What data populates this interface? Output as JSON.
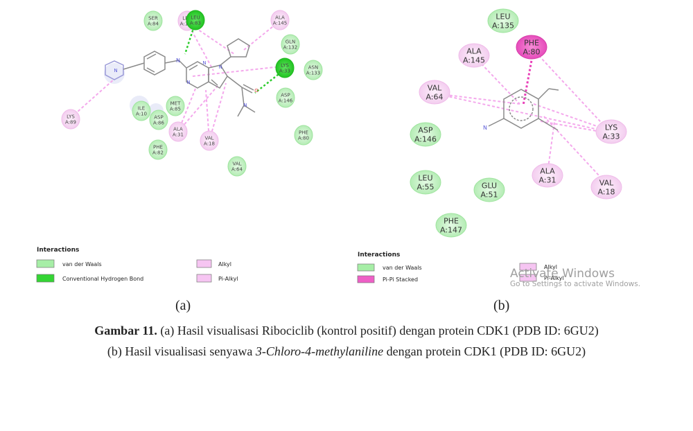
{
  "panel_a": {
    "residues": [
      {
        "name": "SER",
        "id": "A:84",
        "type": "vdw"
      },
      {
        "name": "LEU",
        "id": "A:135",
        "type": "alkyl"
      },
      {
        "name": "LEU",
        "id": "A:83",
        "type": "hbond"
      },
      {
        "name": "ALA",
        "id": "A:145",
        "type": "alkyl"
      },
      {
        "name": "GLN",
        "id": "A:132",
        "type": "vdw"
      },
      {
        "name": "LYS",
        "id": "A:33",
        "type": "hbond"
      },
      {
        "name": "ASN",
        "id": "A:133",
        "type": "vdw"
      },
      {
        "name": "ASP",
        "id": "A:146",
        "type": "vdw"
      },
      {
        "name": "PHE",
        "id": "A:80",
        "type": "vdw"
      },
      {
        "name": "VAL",
        "id": "A:64",
        "type": "vdw"
      },
      {
        "name": "VAL",
        "id": "A:18",
        "type": "alkyl"
      },
      {
        "name": "ALA",
        "id": "A:31",
        "type": "alkyl"
      },
      {
        "name": "MET",
        "id": "A:85",
        "type": "vdw"
      },
      {
        "name": "ASP",
        "id": "A:86",
        "type": "vdw"
      },
      {
        "name": "ILE",
        "id": "A:10",
        "type": "vdw"
      },
      {
        "name": "PHE",
        "id": "A:82",
        "type": "vdw"
      },
      {
        "name": "LYS",
        "id": "A:89",
        "type": "alkyl"
      }
    ],
    "atom_label": "N",
    "legend": {
      "title": "Interactions",
      "items": [
        {
          "label": "van der Waals",
          "color": "#a6eea6"
        },
        {
          "label": "Conventional Hydrogen Bond",
          "color": "#34d534"
        },
        {
          "label": "Alkyl",
          "color": "#f6c5f2"
        },
        {
          "label": "Pi-Alkyl",
          "color": "#f6c5f2"
        }
      ]
    },
    "label": "(a)"
  },
  "panel_b": {
    "residues": [
      {
        "name": "LEU",
        "id": "A:135",
        "type": "vdw"
      },
      {
        "name": "PHE",
        "id": "A:80",
        "type": "pistack"
      },
      {
        "name": "ALA",
        "id": "A:145",
        "type": "alkyl"
      },
      {
        "name": "VAL",
        "id": "A:64",
        "type": "alkyl"
      },
      {
        "name": "LYS",
        "id": "A:33",
        "type": "alkyl"
      },
      {
        "name": "ASP",
        "id": "A:146",
        "type": "vdw"
      },
      {
        "name": "ALA",
        "id": "A:31",
        "type": "alkyl"
      },
      {
        "name": "VAL",
        "id": "A:18",
        "type": "alkyl"
      },
      {
        "name": "LEU",
        "id": "A:55",
        "type": "vdw"
      },
      {
        "name": "GLU",
        "id": "A:51",
        "type": "vdw"
      },
      {
        "name": "PHE",
        "id": "A:147",
        "type": "vdw"
      }
    ],
    "atom_label": "N",
    "legend": {
      "title": "Interactions",
      "items": [
        {
          "label": "van der Waals",
          "color": "#a6eea6"
        },
        {
          "label": "Pi-Pi Stacked",
          "color": "#ee5fc6"
        },
        {
          "label": "Alkyl",
          "color": "#f6c5f2"
        },
        {
          "label": "Pi-Alkyl",
          "color": "#f6c5f2"
        }
      ]
    },
    "label": "(b)"
  },
  "watermark": {
    "line1": "Activate Windows",
    "line2": "Go to Settings to activate Windows."
  },
  "caption": {
    "line1_bold": "Gambar 11.",
    "line1_rest": " (a) Hasil visualisasi Ribociclib (kontrol positif) dengan protein CDK1 (PDB ID: 6GU2)",
    "line2_pre": "(b) Hasil visualisasi senyawa ",
    "line2_italic": "3-Chloro-4-methylaniline",
    "line2_post": " dengan protein CDK1 (PDB ID: 6GU2)"
  },
  "colors": {
    "vdw_fill": "#c4f4c4",
    "vdw_stroke": "#8ee08e",
    "hbond_fill": "#34d534",
    "alkyl_fill": "#f9ddf6",
    "alkyl_stroke": "#f0b6ea",
    "pistack_fill": "#ee5fc6",
    "alkyl_line": "#f4a8ec",
    "hbond_line": "#2dcc2d",
    "pistack_line": "#e93fb8",
    "bond": "#8a8a8a",
    "nitrogen": "#5a5ad8"
  }
}
